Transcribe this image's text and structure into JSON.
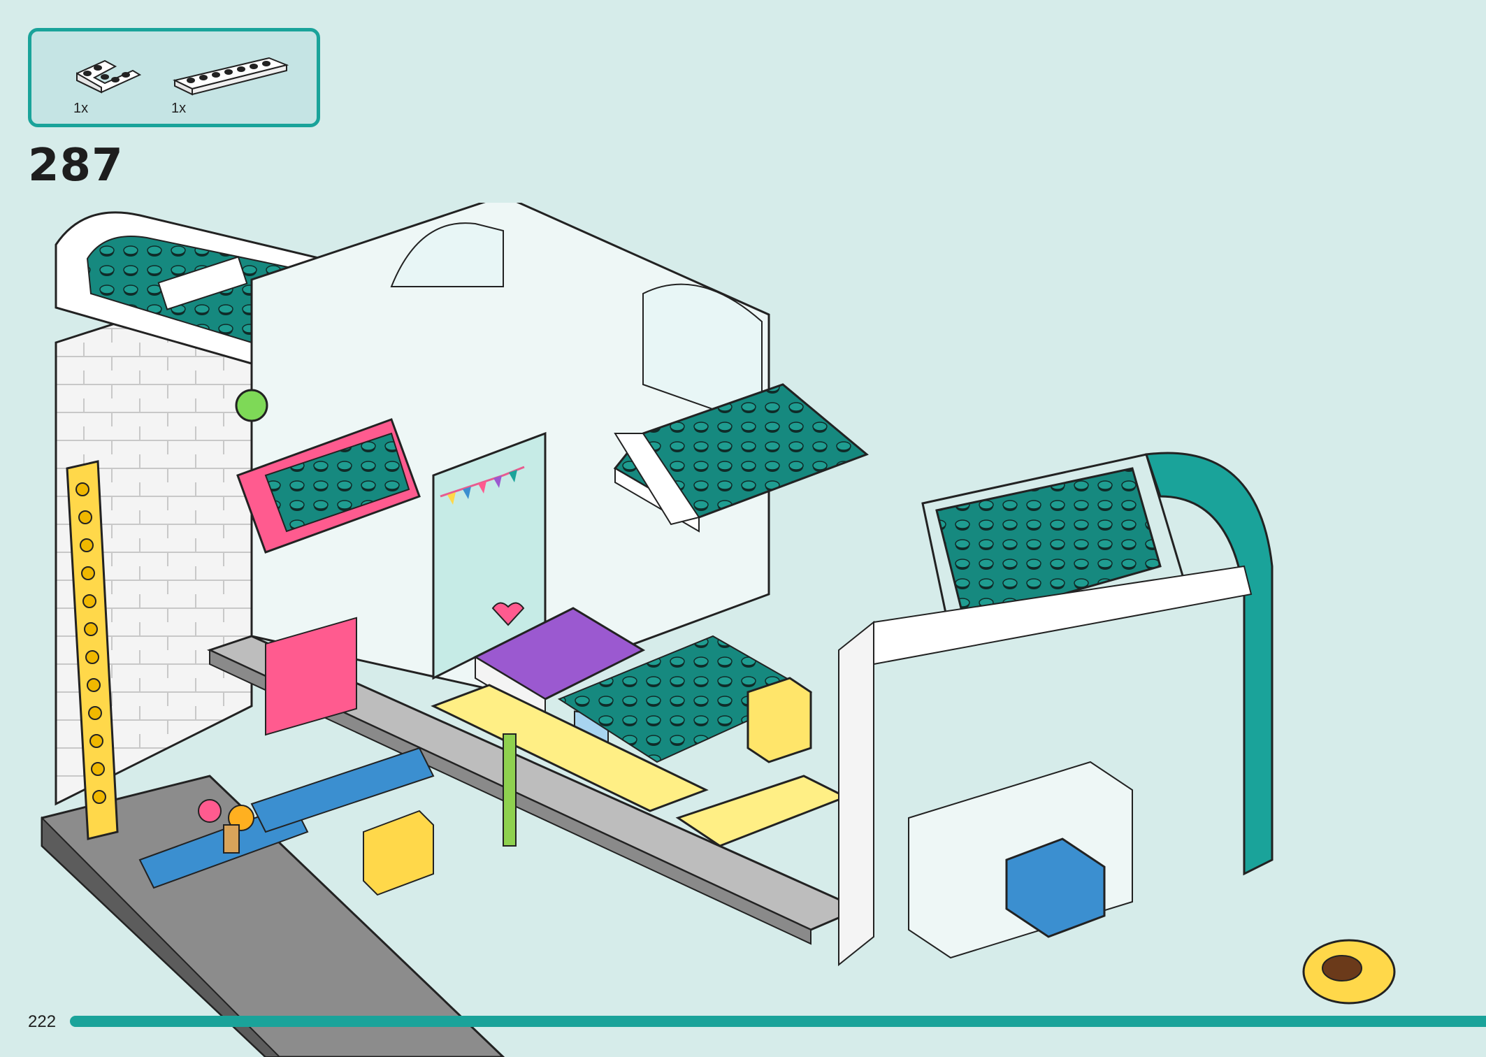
{
  "colors": {
    "accent": "#1aa39a",
    "background": "#d6ecea",
    "parts_box_fill": "#c5e4e4",
    "brick_teal": "#16897f",
    "brick_white": "#f7f7f7",
    "brick_yellow": "#ffd84a",
    "brick_pink": "#ff5b8f",
    "brick_purple": "#9b59d0",
    "brick_blue": "#3b8fd0",
    "brick_gray": "#9a9a9a"
  },
  "parts_needed": [
    {
      "icon": "corner-plate-icon",
      "quantity": "1x"
    },
    {
      "icon": "long-plate-icon",
      "quantity": "1x"
    }
  ],
  "step_number": "287",
  "page_number": "222",
  "progress": {
    "fraction": 0.96
  }
}
